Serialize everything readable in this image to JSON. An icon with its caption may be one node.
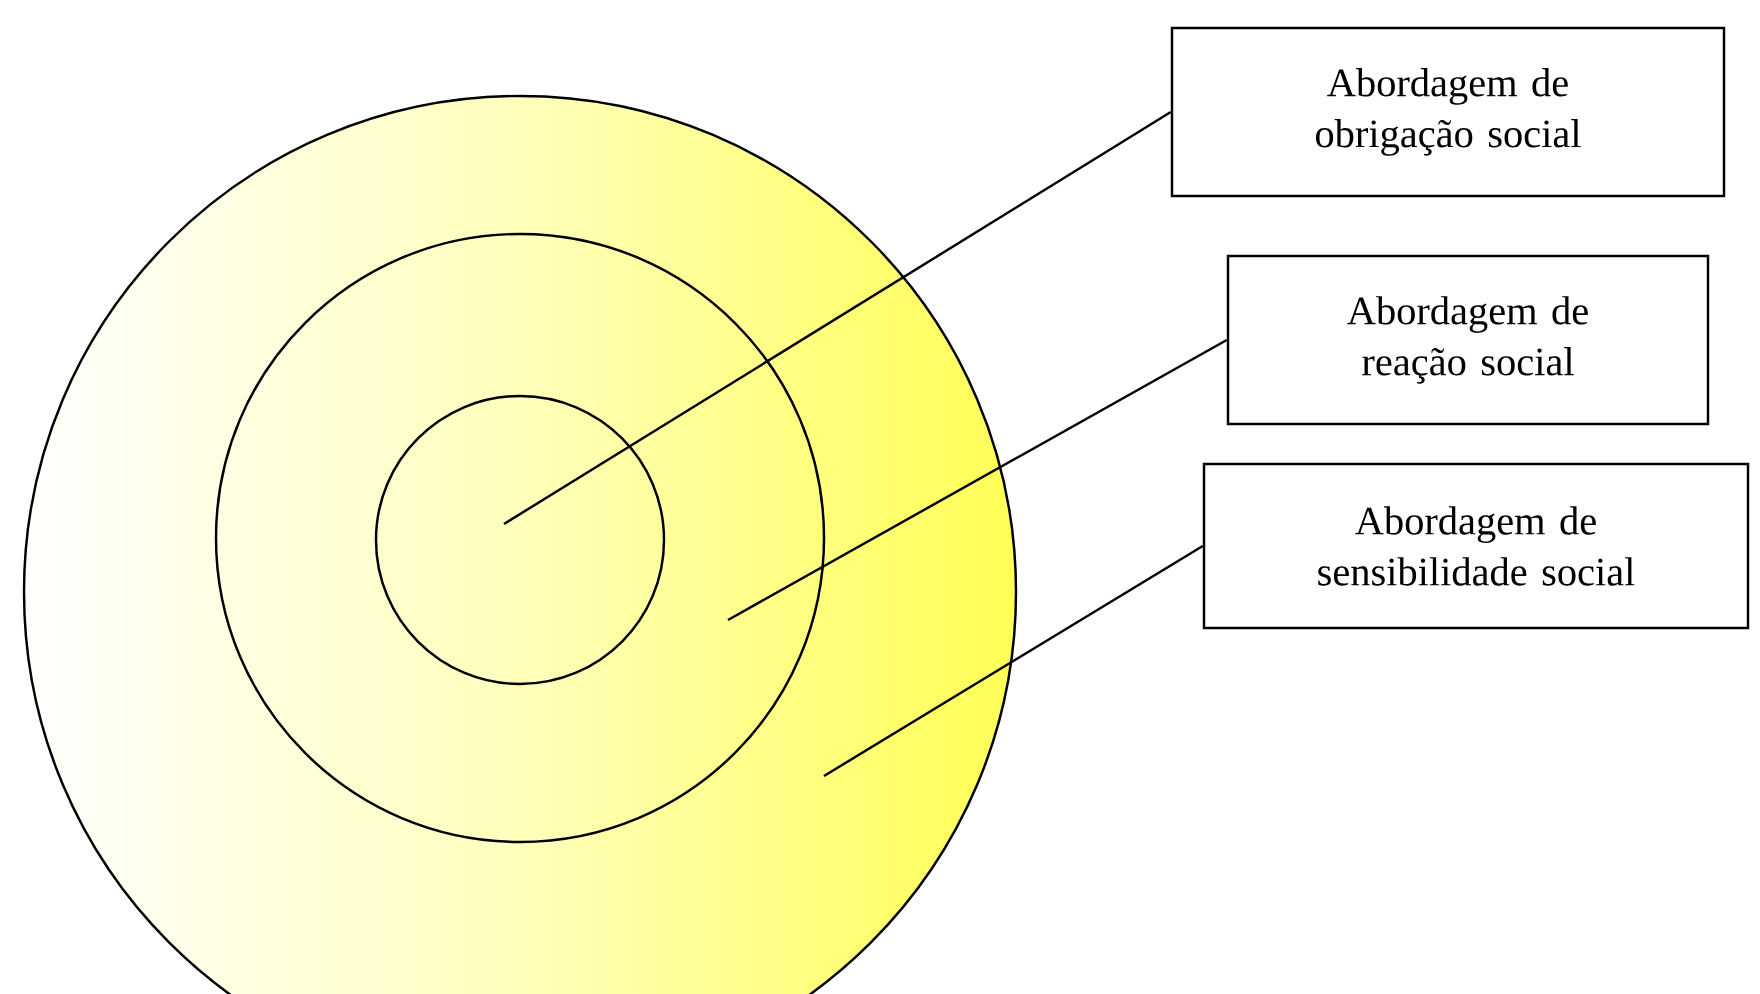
{
  "diagram": {
    "nodes": [
      {
        "text": [],
        "shape": "circle"
      },
      {
        "text": [],
        "shape": "circle",
        "in": 0
      },
      {
        "text": [],
        "shape": "circle",
        "in": 1
      },
      {
        "text": [
          "Abordagem de obrigação social"
        ]
      },
      {
        "text": [
          "Abordagem de reação social"
        ]
      },
      {
        "text": [
          "Abordagem de sensibilidade social"
        ]
      }
    ],
    "edges": [
      {
        "from": 3,
        "to": 2,
        "arrow": "none"
      },
      {
        "from": 4,
        "to": 1,
        "arrow": "none"
      },
      {
        "from": 5,
        "to": 0,
        "arrow": "none"
      }
    ]
  }
}
